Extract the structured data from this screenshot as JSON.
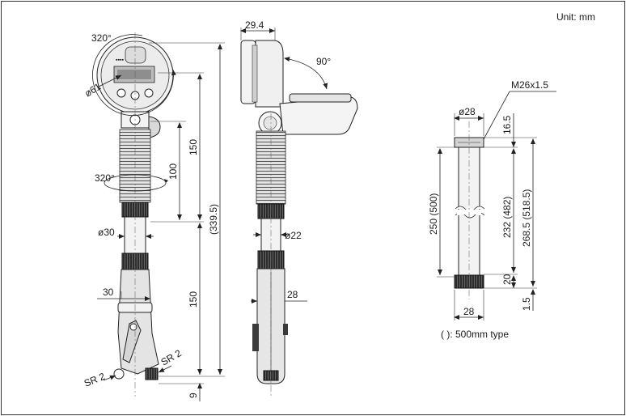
{
  "unit_label": "Unit: mm",
  "front_view": {
    "dial_rotation": "320°",
    "dial_diameter": "ø61",
    "body_rotation": "320°",
    "dim_150_upper": "150",
    "dim_100": "100",
    "dim_total": "(339.5)",
    "dim_rod_dia": "ø30",
    "dim_width_30": "30",
    "dim_150_lower": "150",
    "sr_left": "SR 2",
    "sr_right": "SR 2",
    "dim_9": "9"
  },
  "side_view": {
    "dim_top_width": "29.4",
    "head_tilt": "90°",
    "dim_rod_dia": "ø22",
    "dim_width_28": "28"
  },
  "extension_rod": {
    "thread_label": "M26x1.5",
    "dim_dia_28": "ø28",
    "dim_16_5": "16.5",
    "dim_250": "250 (500)",
    "dim_232": "232 (482)",
    "dim_268_5": "268.5 (518.5)",
    "dim_20": "20",
    "dim_1_5": "1.5",
    "dim_width_28": "28"
  },
  "note": "(  ): 500mm type"
}
